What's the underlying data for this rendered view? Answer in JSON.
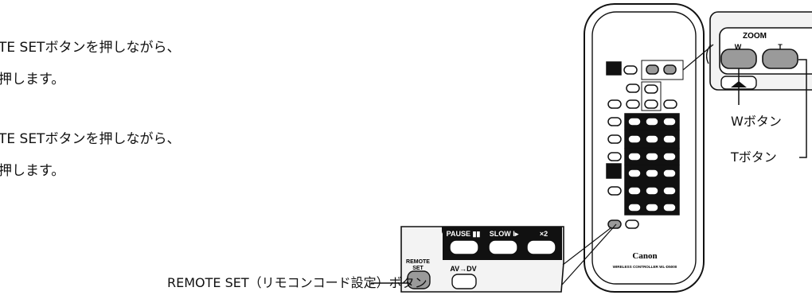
{
  "instructions": {
    "line1": "TE SETボタンを押しながら、",
    "line2": "押します。",
    "line3": "TE SETボタンを押しながら、",
    "line4": "押します。"
  },
  "callouts": {
    "w_button": "Wボタン",
    "t_button": "Tボタン",
    "remote_set_button": "REMOTE SET（リモコンコード設定）ボタン"
  },
  "remote": {
    "brand": "Canon",
    "model": "WIRELESS CONTROLLER WL-D5000"
  },
  "zoom_inset": {
    "title": "ZOOM",
    "w_label": "W",
    "t_label": "T"
  },
  "bottom_inset": {
    "pause_label": "PAUSE ▮▮",
    "slow_label": "SLOW I▸",
    "x2_label": "×2",
    "remote_label": "REMOTE",
    "set_label": "SET",
    "av_dv_label": "AV→DV"
  },
  "colors": {
    "line": "#111111",
    "button_grey": "#9a9a9a",
    "button_black": "#111111",
    "inset_fill": "#f3f3f3"
  }
}
